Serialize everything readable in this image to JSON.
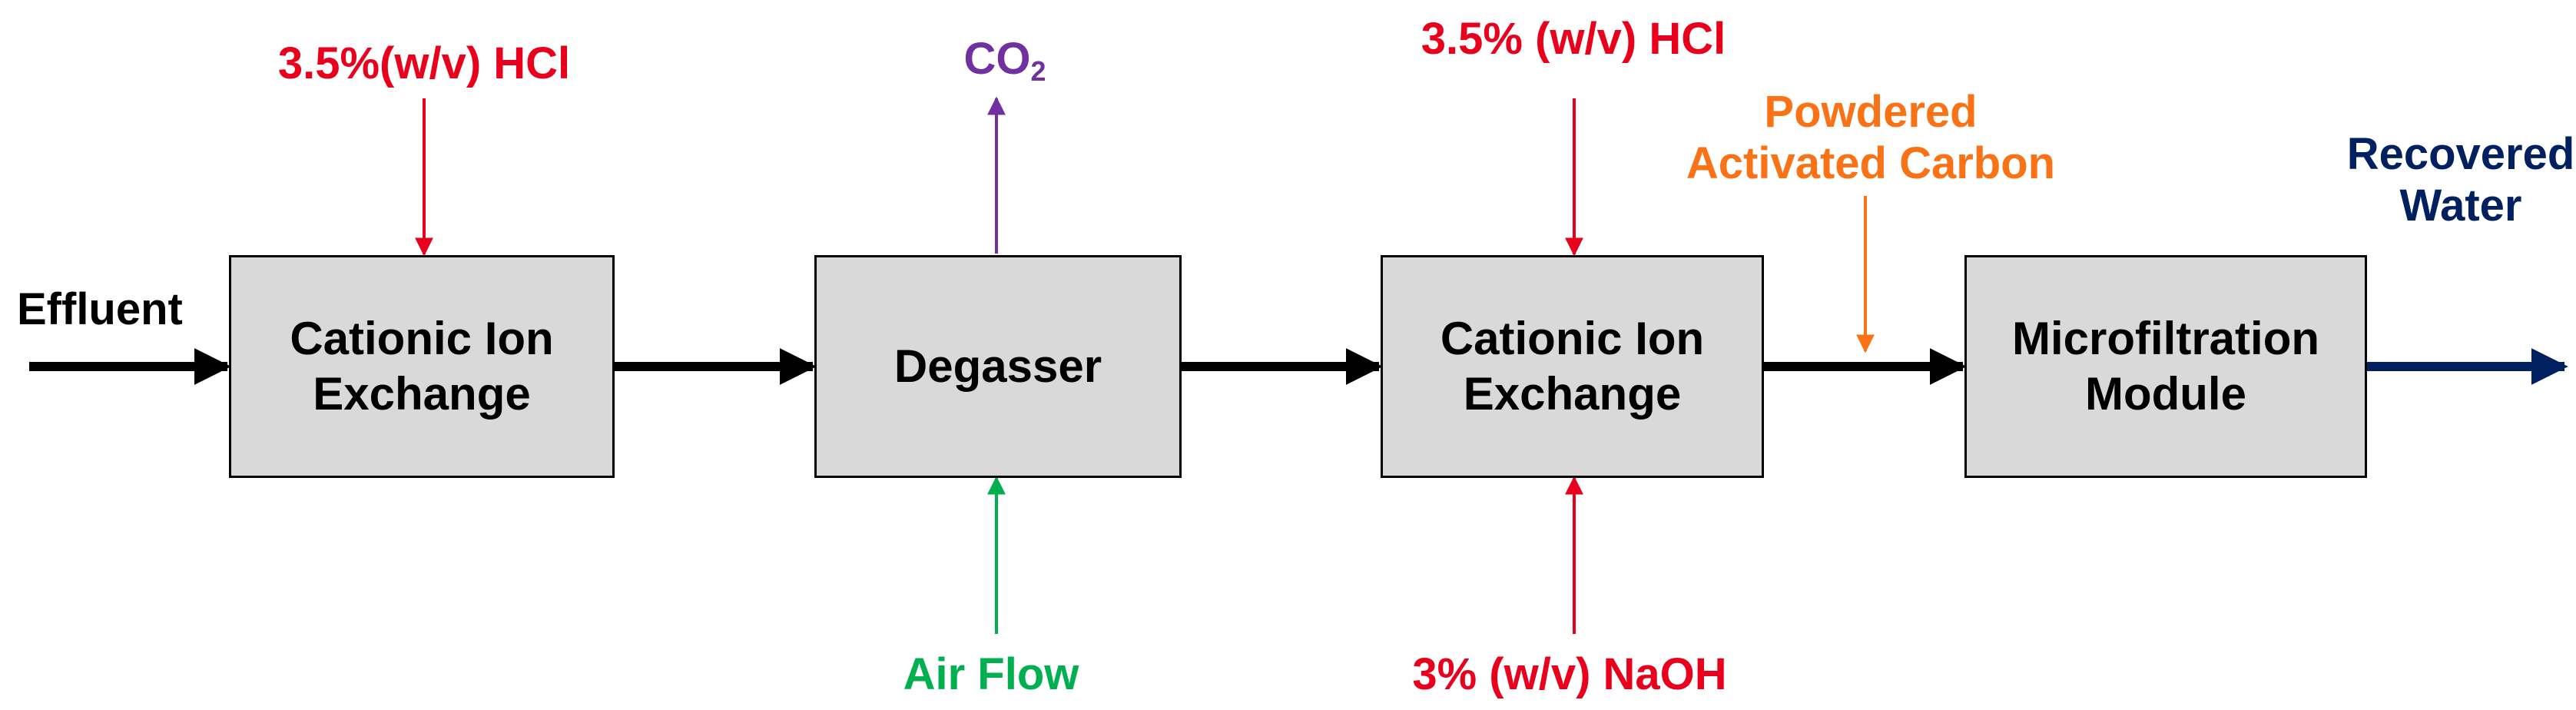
{
  "colors": {
    "box_fill": "#d9d9d9",
    "main_flow": "#000000",
    "acid": "#e8001c",
    "co2": "#7030a0",
    "air": "#00b050",
    "carbon": "#f97316",
    "recovered": "#002060"
  },
  "units": [
    {
      "lines": [
        "Cationic Ion",
        "Exchange"
      ]
    },
    {
      "lines": [
        "Degasser"
      ]
    },
    {
      "lines": [
        "Cationic Ion",
        "Exchange"
      ]
    },
    {
      "lines": [
        "Microfiltration",
        "Module"
      ]
    }
  ],
  "streams": {
    "effluent": "Effluent",
    "hcl_1": "3.5%(w/v) HCl",
    "co2": {
      "text": "CO",
      "subscript": "2"
    },
    "air_flow": "Air Flow",
    "hcl_2": "3.5% (w/v) HCl",
    "naoh": "3% (w/v) NaOH",
    "carbon": [
      "Powdered",
      "Activated Carbon"
    ],
    "recovered": [
      "Recovered",
      "Water"
    ]
  }
}
